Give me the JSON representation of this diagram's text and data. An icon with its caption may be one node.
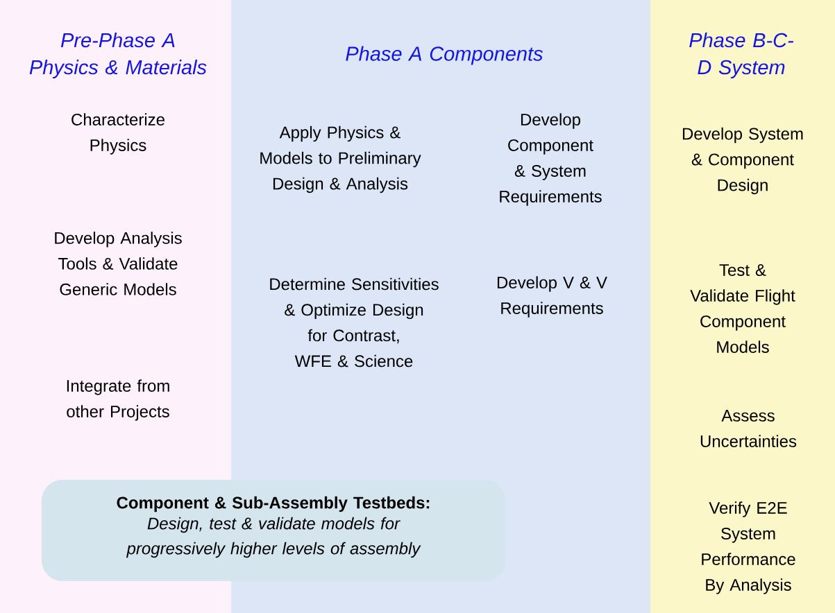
{
  "diagram": {
    "nodes": [
      {
        "text": [
          "Pre-Phase A Physics & Materials",
          "Characterize Physics",
          "Develop Analysis Tools & Validate Generic Models",
          "Integrate from other Projects"
        ]
      },
      {
        "text": [
          "Phase A Components",
          "Apply Physics & Models to Preliminary Design & Analysis",
          "Develop Component & System Requirements",
          "Determine Sensitivities & Optimize Design for Contrast, WFE & Science",
          "Develop V & V Requirements"
        ]
      },
      {
        "text": [
          "Phase B-C-D System",
          "Develop System & Component Design",
          "Test & Validate Flight Component Models",
          "Assess Uncertainties",
          "Verify E2E System Performance By Analysis"
        ]
      },
      {
        "text": [
          "Component & Sub-Assembly Testbeds:",
          "Design, test & validate models for progressively higher levels of assembly"
        ]
      }
    ]
  }
}
